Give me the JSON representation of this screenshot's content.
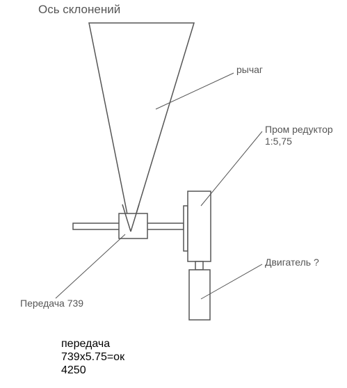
{
  "diagram": {
    "title": "Ось склонений",
    "labels": {
      "lever": "рычаг",
      "gearbox_line1": "Пром редуктор",
      "gearbox_line2": "1:5,75",
      "motor": "Двигатель ?",
      "transmission": "Передача 739"
    },
    "notes": {
      "line1": "передача",
      "line2": "739x5.75=ок",
      "line3": "4250"
    },
    "colors": {
      "stroke": "#555555",
      "label": "#555555",
      "notes": "#000000"
    }
  }
}
